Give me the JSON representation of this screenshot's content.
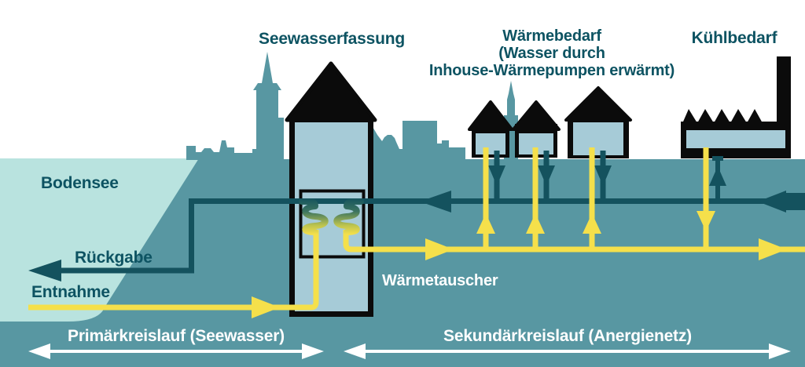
{
  "diagram": {
    "labels": {
      "lake": "Bodensee",
      "intake_station": "Seewasserfassung",
      "heat_demand_line1": "Wärmebedarf",
      "heat_demand_line2": "(Wasser durch",
      "heat_demand_line3": "Inhouse-Wärmepumpen erwärmt)",
      "cooling_demand": "Kühlbedarf",
      "return_flow": "Rückgabe",
      "extraction": "Entnahme",
      "heat_exchanger": "Wärmetauscher",
      "primary_circuit": "Primärkreislauf (Seewasser)",
      "secondary_circuit": "Sekundärkreislauf (Anergienetz)"
    }
  },
  "colors": {
    "white": "#ffffff",
    "lake": "#b9e3df",
    "ground": "#5897a2",
    "pipe_teal": "#14525e",
    "text_teal": "#0d5362",
    "yellow": "#f5e04b",
    "building_fill": "#a6cbd7",
    "black": "#0b0b0b",
    "coil_mid_green": "#3d7560",
    "coil_mid_lime": "#bcc34f"
  }
}
